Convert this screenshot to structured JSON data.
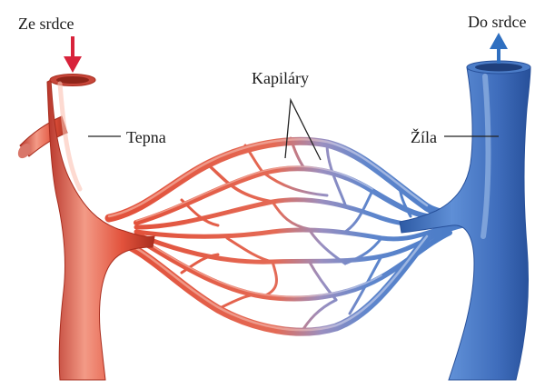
{
  "labels": {
    "to_heart_in": "Ze srdce",
    "from_heart_out": "Do srdce",
    "capillaries": "Kapiláry",
    "artery": "Tepna",
    "vein": "Žíla"
  },
  "colors": {
    "artery": "#e2523c",
    "artery_highlight": "#f6a58f",
    "artery_shadow": "#a82d1e",
    "vein": "#4c7dc8",
    "vein_highlight": "#a9c6ec",
    "vein_shadow": "#27509a",
    "arrow_in": "#d8233b",
    "arrow_out": "#2f6fc0"
  }
}
